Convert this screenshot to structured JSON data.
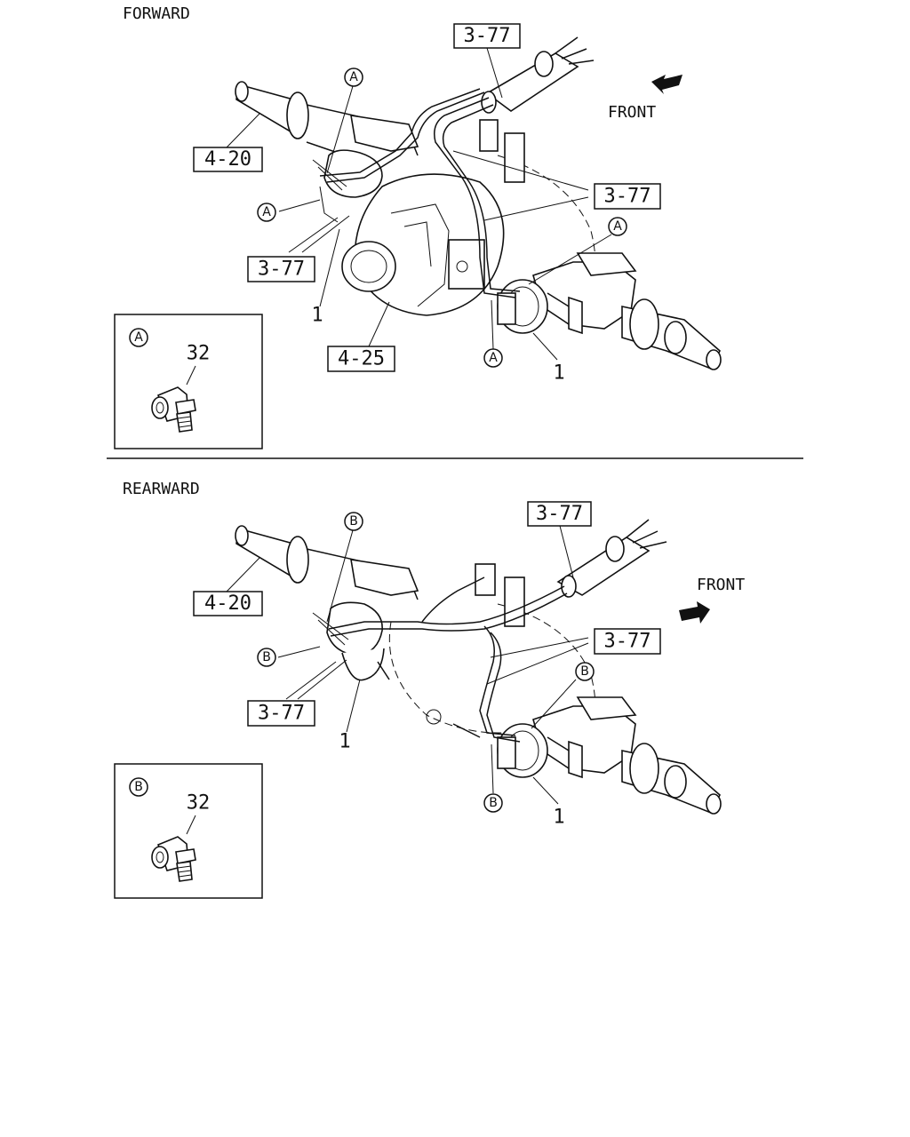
{
  "sections": {
    "forward": {
      "title": "FORWARD",
      "front_label": "FRONT",
      "refs": [
        "3-77",
        "4-20",
        "3-77",
        "3-77",
        "4-25"
      ],
      "numbers": [
        "1",
        "1"
      ],
      "callouts": [
        "A",
        "A",
        "A",
        "A"
      ],
      "detail": {
        "letter": "A",
        "part_no": "32"
      }
    },
    "rearward": {
      "title": "REARWARD",
      "front_label": "FRONT",
      "refs": [
        "3-77",
        "4-20",
        "3-77",
        "3-77"
      ],
      "numbers": [
        "1",
        "1"
      ],
      "callouts": [
        "B",
        "B",
        "B",
        "B"
      ],
      "detail": {
        "letter": "B",
        "part_no": "32"
      }
    }
  }
}
